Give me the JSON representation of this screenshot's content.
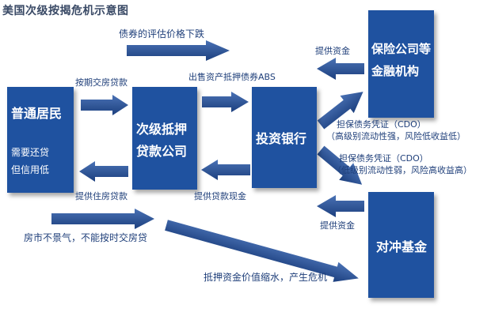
{
  "title": "美国次级按揭危机示意图",
  "nodes": {
    "resident": {
      "name": "普通居民",
      "line1": "需要还贷",
      "line2": "但信用低"
    },
    "lender": {
      "line1": "次级抵押",
      "line2": "贷款公司"
    },
    "bank": {
      "name": "投资银行"
    },
    "insurer": {
      "line1": "保险公司等",
      "line2": "金融机构"
    },
    "hedge": {
      "name": "对冲基金"
    }
  },
  "labels": {
    "bond_down": "债券的评估价格下跌",
    "provide_funds_top": "提供资金",
    "mortgage_installment": "按期交房贷款",
    "sell_abs": "出售资产抵押债券ABS",
    "cdo_high_1": "担保债务凭证（CDO）",
    "cdo_high_2": "（高级别流动性强，风险低收益低）",
    "cdo_low_1": "担保债务凭证（CDO）",
    "cdo_low_2": "（低级别流动性弱，风险高收益高）",
    "housing_loan": "提供住房贷款",
    "loan_cash": "提供贷款现金",
    "provide_funds_bottom": "提供资金",
    "housing_slump": "房市不景气，不能按时交房贷",
    "collateral_shrink": "抵押资金价值缩水，产生危机"
  },
  "colors": {
    "box": "#1f52a0",
    "arrow": "#2a4f8f",
    "label": "#1f3f7a",
    "title": "#3a4a66"
  }
}
